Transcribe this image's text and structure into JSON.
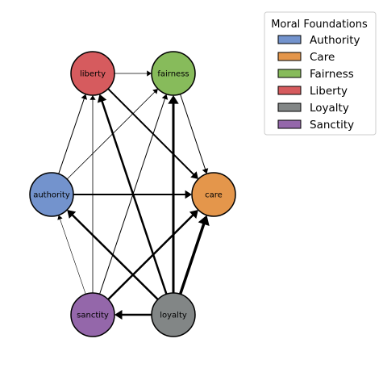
{
  "legend": {
    "title": "Moral Foundations",
    "items": [
      {
        "id": "authority",
        "label": "Authority",
        "color": "#7393cd"
      },
      {
        "id": "care",
        "label": "Care",
        "color": "#e4964b"
      },
      {
        "id": "fairness",
        "label": "Fairness",
        "color": "#87bb5b"
      },
      {
        "id": "liberty",
        "label": "Liberty",
        "color": "#d65b5e"
      },
      {
        "id": "loyalty",
        "label": "Loyalty",
        "color": "#828686"
      },
      {
        "id": "sanctity",
        "label": "Sanctity",
        "color": "#9467aa"
      }
    ]
  },
  "nodes": [
    {
      "id": "liberty",
      "label": "liberty",
      "color": "#d65b5e"
    },
    {
      "id": "fairness",
      "label": "fairness",
      "color": "#87bb5b"
    },
    {
      "id": "authority",
      "label": "authority",
      "color": "#7393cd"
    },
    {
      "id": "care",
      "label": "care",
      "color": "#e4964b"
    },
    {
      "id": "sanctity",
      "label": "sanctity",
      "color": "#9467aa"
    },
    {
      "id": "loyalty",
      "label": "loyalty",
      "color": "#828686"
    }
  ],
  "edges": [
    {
      "from": "liberty",
      "to": "fairness",
      "weight": 0.8
    },
    {
      "from": "liberty",
      "to": "care",
      "weight": 2.0
    },
    {
      "from": "fairness",
      "to": "care",
      "weight": 1.0
    },
    {
      "from": "authority",
      "to": "liberty",
      "weight": 1.0
    },
    {
      "from": "authority",
      "to": "fairness",
      "weight": 0.8
    },
    {
      "from": "authority",
      "to": "care",
      "weight": 2.0
    },
    {
      "from": "sanctity",
      "to": "liberty",
      "weight": 0.8
    },
    {
      "from": "sanctity",
      "to": "fairness",
      "weight": 1.0
    },
    {
      "from": "sanctity",
      "to": "authority",
      "weight": 0.6
    },
    {
      "from": "sanctity",
      "to": "care",
      "weight": 2.5
    },
    {
      "from": "loyalty",
      "to": "liberty",
      "weight": 2.5
    },
    {
      "from": "loyalty",
      "to": "fairness",
      "weight": 3.0
    },
    {
      "from": "loyalty",
      "to": "authority",
      "weight": 2.5
    },
    {
      "from": "loyalty",
      "to": "care",
      "weight": 3.5
    },
    {
      "from": "loyalty",
      "to": "sanctity",
      "weight": 2.5
    }
  ]
}
